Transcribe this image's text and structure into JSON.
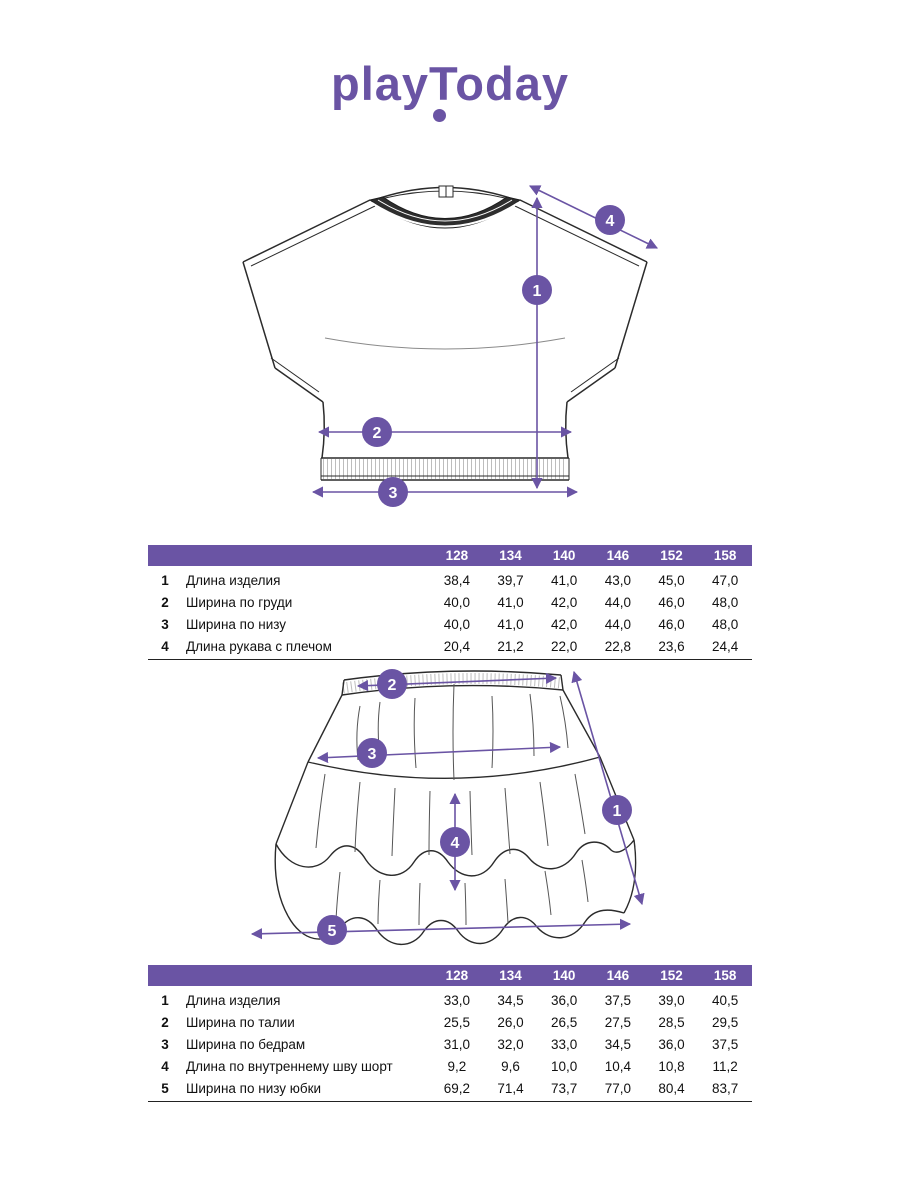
{
  "colors": {
    "accent": "#6a54a4",
    "line": "#2b2b2b"
  },
  "brand": {
    "logo": "playToday"
  },
  "diagrams": [
    {
      "name": "top-technical-drawing",
      "markers": [
        {
          "label": "1"
        },
        {
          "label": "2"
        },
        {
          "label": "3"
        },
        {
          "label": "4"
        }
      ]
    },
    {
      "name": "skirt-technical-drawing",
      "markers": [
        {
          "label": "1"
        },
        {
          "label": "2"
        },
        {
          "label": "3"
        },
        {
          "label": "4"
        },
        {
          "label": "5"
        }
      ]
    }
  ],
  "tables": [
    {
      "sizes": [
        "128",
        "134",
        "140",
        "146",
        "152",
        "158"
      ],
      "rows": [
        {
          "num": "1",
          "label": "Длина изделия",
          "values": [
            "38,4",
            "39,7",
            "41,0",
            "43,0",
            "45,0",
            "47,0"
          ]
        },
        {
          "num": "2",
          "label": "Ширина по груди",
          "values": [
            "40,0",
            "41,0",
            "42,0",
            "44,0",
            "46,0",
            "48,0"
          ]
        },
        {
          "num": "3",
          "label": "Ширина по низу",
          "values": [
            "40,0",
            "41,0",
            "42,0",
            "44,0",
            "46,0",
            "48,0"
          ]
        },
        {
          "num": "4",
          "label": "Длина рукава с плечом",
          "values": [
            "20,4",
            "21,2",
            "22,0",
            "22,8",
            "23,6",
            "24,4"
          ]
        }
      ]
    },
    {
      "sizes": [
        "128",
        "134",
        "140",
        "146",
        "152",
        "158"
      ],
      "rows": [
        {
          "num": "1",
          "label": "Длина изделия",
          "values": [
            "33,0",
            "34,5",
            "36,0",
            "37,5",
            "39,0",
            "40,5"
          ]
        },
        {
          "num": "2",
          "label": "Ширина по талии",
          "values": [
            "25,5",
            "26,0",
            "26,5",
            "27,5",
            "28,5",
            "29,5"
          ]
        },
        {
          "num": "3",
          "label": "Ширина по бедрам",
          "values": [
            "31,0",
            "32,0",
            "33,0",
            "34,5",
            "36,0",
            "37,5"
          ]
        },
        {
          "num": "4",
          "label": "Длина по внутреннему шву шорт",
          "values": [
            "9,2",
            "9,6",
            "10,0",
            "10,4",
            "10,8",
            "11,2"
          ]
        },
        {
          "num": "5",
          "label": "Ширина по низу юбки",
          "values": [
            "69,2",
            "71,4",
            "73,7",
            "77,0",
            "80,4",
            "83,7"
          ]
        }
      ]
    }
  ]
}
